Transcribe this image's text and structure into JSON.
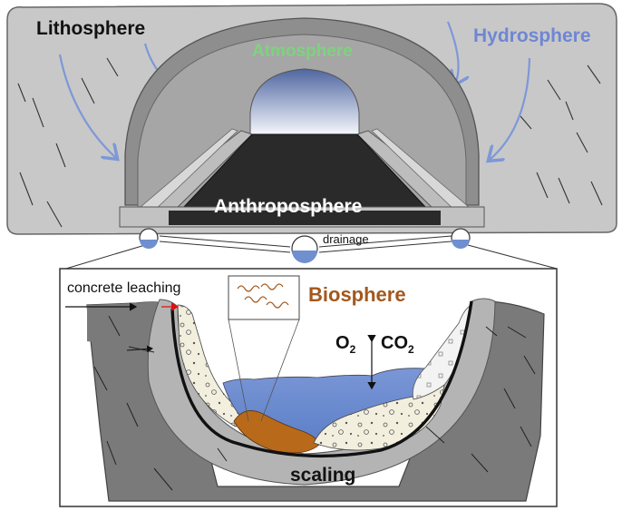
{
  "labels": {
    "lithosphere": "Lithosphere",
    "atmosphere": "Atmosphere",
    "hydrosphere": "Hydrosphere",
    "anthroposphere": "Anthroposphere",
    "drainage": "drainage",
    "concrete_leaching": "concrete leaching",
    "biosphere": "Biosphere",
    "o2": "O",
    "o2_sub": "2",
    "co2": "CO",
    "co2_sub": "2",
    "scaling": "scaling"
  },
  "colors": {
    "rock": "#c6c6c6",
    "rock_dark": "#7a7a7a",
    "concrete": "#9a9a9a",
    "road": "#2a2a2a",
    "sky_top": "#5b6fa0",
    "water": "#6f8fcf",
    "biofilm": "#b86a1a",
    "sediment": "#f2eddb",
    "arrow_blue": "#7d98d8",
    "atmosphere_text": "#7ed37e",
    "hydrosphere_text": "#6f86d4",
    "biosphere_text": "#a2581e"
  }
}
